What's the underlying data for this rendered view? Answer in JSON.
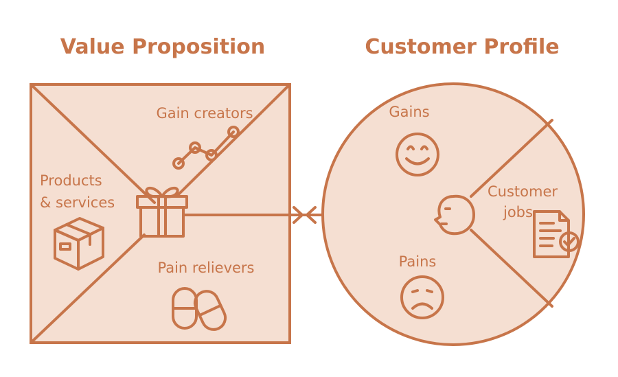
{
  "colors": {
    "accent": "#c7754a",
    "panel": "#f5dfd2",
    "background": "#ffffff"
  },
  "value_proposition": {
    "title": "Value Proposition",
    "gain_creators": "Gain creators",
    "products_line1": "Products",
    "products_line2": "& services",
    "pain_relievers": "Pain relievers",
    "icons": [
      "gift-icon",
      "line-chart-icon",
      "box-icon",
      "pills-icon"
    ]
  },
  "customer_profile": {
    "title": "Customer Profile",
    "gains": "Gains",
    "jobs_line1": "Customer",
    "jobs_line2": "jobs",
    "pains": "Pains",
    "icons": [
      "smiley-icon",
      "frown-icon",
      "face-profile-icon",
      "document-check-icon"
    ]
  }
}
